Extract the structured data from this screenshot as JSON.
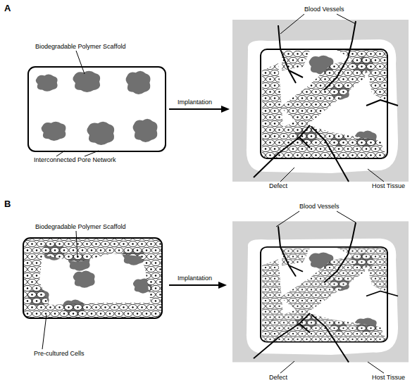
{
  "diagram": {
    "labels": [
      "A",
      "Biodegradable Polymer Scaffold",
      "Blood Vessels",
      "Implantation",
      "Interconnected Pore Network",
      "Defect",
      "Host Tissue",
      "B",
      "Blood Vessels",
      "Biodegradable Polymer Scaffold",
      "Implantation",
      "Pre-cultured Cells",
      "Defect",
      "Host Tissue"
    ]
  }
}
